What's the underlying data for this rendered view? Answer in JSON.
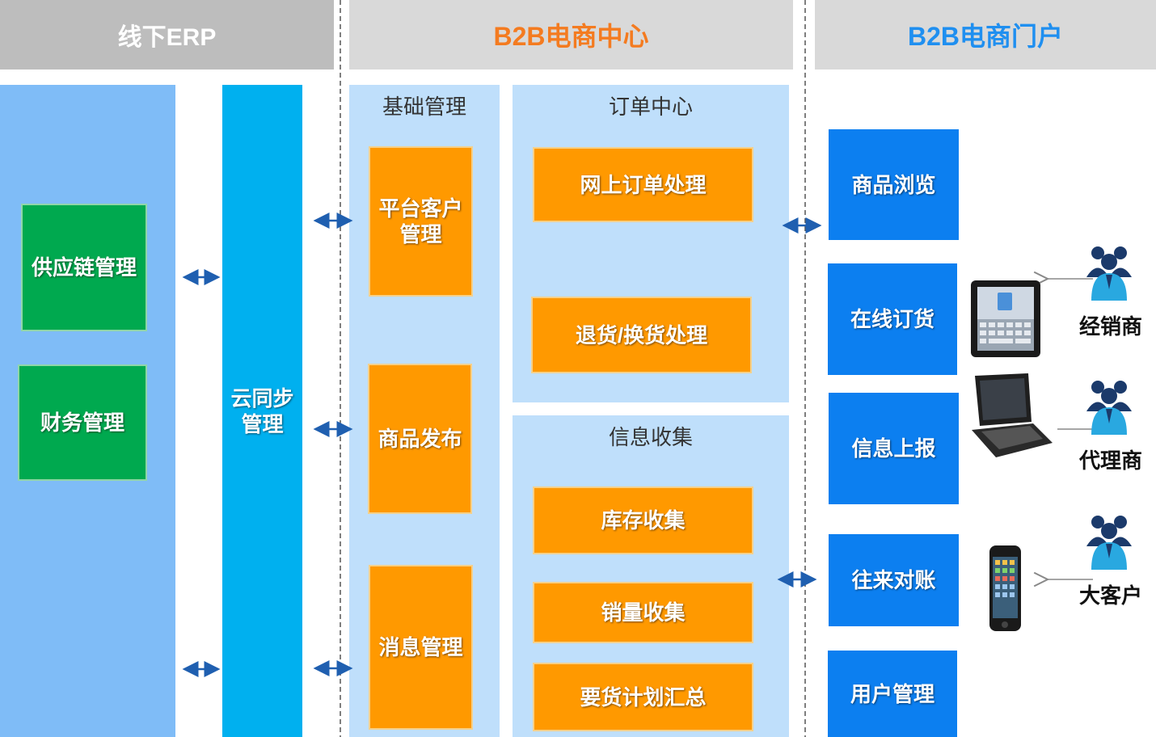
{
  "headers": {
    "erp": "线下ERP",
    "b2b_center": "B2B电商中心",
    "b2b_portal": "B2B电商门户"
  },
  "colors": {
    "header_bg": "#d9d9d9",
    "erp_header_bg": "#bdbdbd",
    "center_title": "#f47b20",
    "portal_title": "#1f8ff0",
    "orange_block": "#ff9900",
    "green_block": "#00a94f",
    "blue_block": "#0c7ff0",
    "cloud_column": "#00b0ef",
    "light_panel": "#bfdffb",
    "erp_panel": "#7fbcf7",
    "arrow": "#1f5fb0"
  },
  "erp": {
    "supply_chain": "供应链管理",
    "finance": "财务管理"
  },
  "cloud_sync": "云同步\n管理",
  "basic": {
    "title": "基础管理",
    "platform_customer": "平台客户\n管理",
    "product_publish": "商品发布",
    "message_mgmt": "消息管理"
  },
  "orders": {
    "title": "订单中心",
    "online_order": "网上订单处理",
    "return_exchange": "退货/换货处理"
  },
  "info": {
    "title": "信息收集",
    "inventory": "库存收集",
    "sales": "销量收集",
    "plan_summary": "要货计划汇总"
  },
  "portal": {
    "browse": "商品浏览",
    "online_ordering": "在线订货",
    "info_report": "信息上报",
    "reconciliation": "往来对账",
    "user_mgmt": "用户管理"
  },
  "users": {
    "dealer": "经销商",
    "agent": "代理商",
    "key_account": "大客户"
  }
}
